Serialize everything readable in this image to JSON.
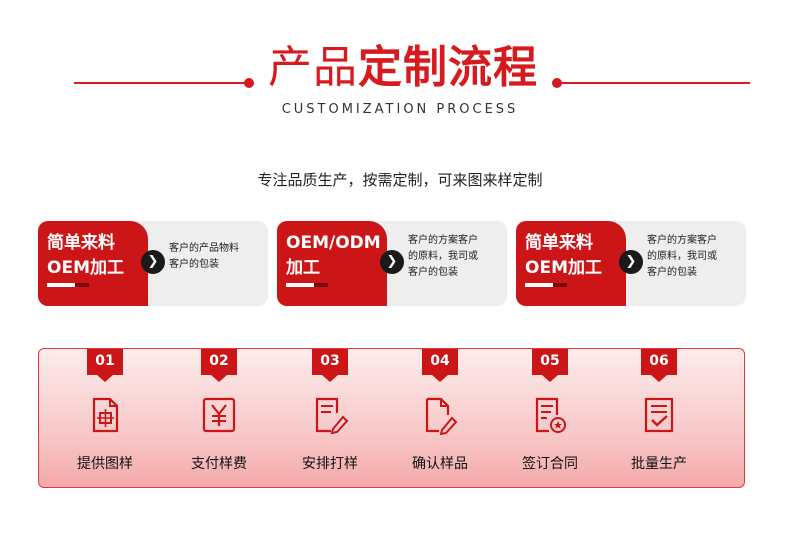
{
  "header": {
    "title_part1": "产品",
    "title_part2": "定制流程",
    "subtitle": "CUSTOMIZATION PROCESS"
  },
  "description": "专注品质生产，按需定制，可来图来样定制",
  "cards": [
    {
      "line1": "简单来料",
      "line2": "OEM加工",
      "info": [
        "客户的产品物料",
        "客户的包装"
      ]
    },
    {
      "line1": "OEM/ODM",
      "line2": "加工",
      "info": [
        "客户的方案客户",
        "的原料，我司或",
        "客户的包装"
      ]
    },
    {
      "line1": "简单来料",
      "line2": "OEM加工",
      "info": [
        "客户的方案客户",
        "的原料，我司或",
        "客户的包装"
      ]
    }
  ],
  "steps": [
    {
      "number": "01",
      "label": "提供图样",
      "icon": "document-icon"
    },
    {
      "number": "02",
      "label": "支付样费",
      "icon": "yuan-icon"
    },
    {
      "number": "03",
      "label": "安排打样",
      "icon": "edit-document-icon"
    },
    {
      "number": "04",
      "label": "确认样品",
      "icon": "pen-document-icon"
    },
    {
      "number": "05",
      "label": "签订合同",
      "icon": "contract-icon"
    },
    {
      "number": "06",
      "label": "批量生产",
      "icon": "checklist-icon"
    }
  ],
  "colors": {
    "accent": "#d71a1f",
    "card_red": "#cc1517",
    "card_bg": "#eeeeee"
  }
}
